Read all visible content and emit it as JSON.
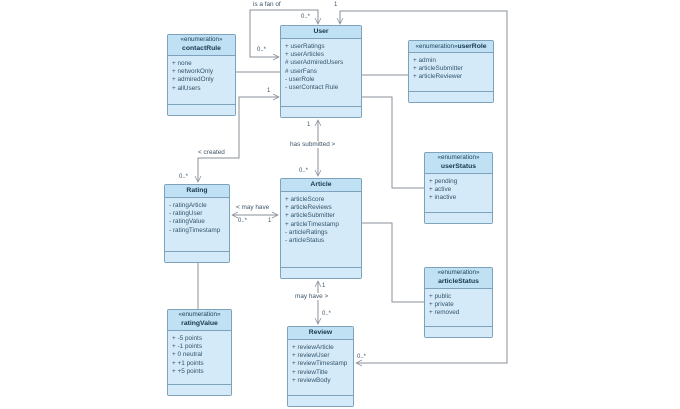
{
  "colors": {
    "box_fill": "#d5eaf8",
    "header_fill": "#bfe1f3",
    "border": "#7da3bc",
    "line": "#8a929b",
    "title_text": "#16364c",
    "attribute_text": "#33536b",
    "background": "#ffffff"
  },
  "classes": [
    {
      "name": "contactRule",
      "stereotype": "«enumeration»",
      "attributes": [
        "+ none",
        "+ networkOnly",
        "+ admiredOnly",
        "+ allUsers"
      ]
    },
    {
      "name": "User",
      "stereotype": "",
      "attributes": [
        "+ userRatings",
        "+ userArticles",
        "# userAdmiredUsers",
        "# userFans",
        "- userRole",
        "- userContact Rule"
      ]
    },
    {
      "name": "userRole",
      "stereotype": "«enumeration»",
      "attributes": [
        "+ admin",
        "+ articleSubmitter",
        "+ articleReviewer"
      ]
    },
    {
      "name": "userStatus",
      "stereotype": "«enumeration»",
      "attributes": [
        "+ pending",
        "+ active",
        "+ inactive"
      ]
    },
    {
      "name": "Rating",
      "stereotype": "",
      "attributes": [
        "- ratingArticle",
        "- ratingUser",
        "- ratingValue",
        "- ratingTimestamp"
      ]
    },
    {
      "name": "Article",
      "stereotype": "",
      "attributes": [
        "+ articleScore",
        "+ articleReviews",
        "+ articleSubmitter",
        "+ articleTimestamp",
        "- articleRatings",
        "- articleStatus"
      ]
    },
    {
      "name": "articleStatus",
      "stereotype": "«enumeration»",
      "attributes": [
        "+ public",
        "+ private",
        "+ removed"
      ]
    },
    {
      "name": "ratingValue",
      "stereotype": "«enumeration»",
      "attributes": [
        "+ -5 points",
        "+ -1 points",
        "+ 0 neutral",
        "+ +1 points",
        "+ +5 points"
      ]
    },
    {
      "name": "Review",
      "stereotype": "",
      "attributes": [
        "+ reviewArticle",
        "+ reviewUser",
        "+ reviewTimestamp",
        "+ reviewTitle",
        "+ reviewBody"
      ]
    }
  ],
  "connectors": {
    "fan_of": {
      "label": "is a fan of",
      "mult_top": "0..*",
      "mult_side": "0..*"
    },
    "user_review": {
      "mult_user": "1",
      "mult_review": "0..*"
    },
    "created": {
      "label": "< created",
      "mult_user": "1",
      "mult_rating": "0..*"
    },
    "has_submitted": {
      "label": "has submitted >",
      "mult_user": "1",
      "mult_article": "0..*"
    },
    "rating_article": {
      "label": "< may have",
      "mult_rating": "0..*",
      "mult_article": "1"
    },
    "article_review": {
      "label": "may have >",
      "mult_article": "1",
      "mult_review": "0..*"
    }
  }
}
